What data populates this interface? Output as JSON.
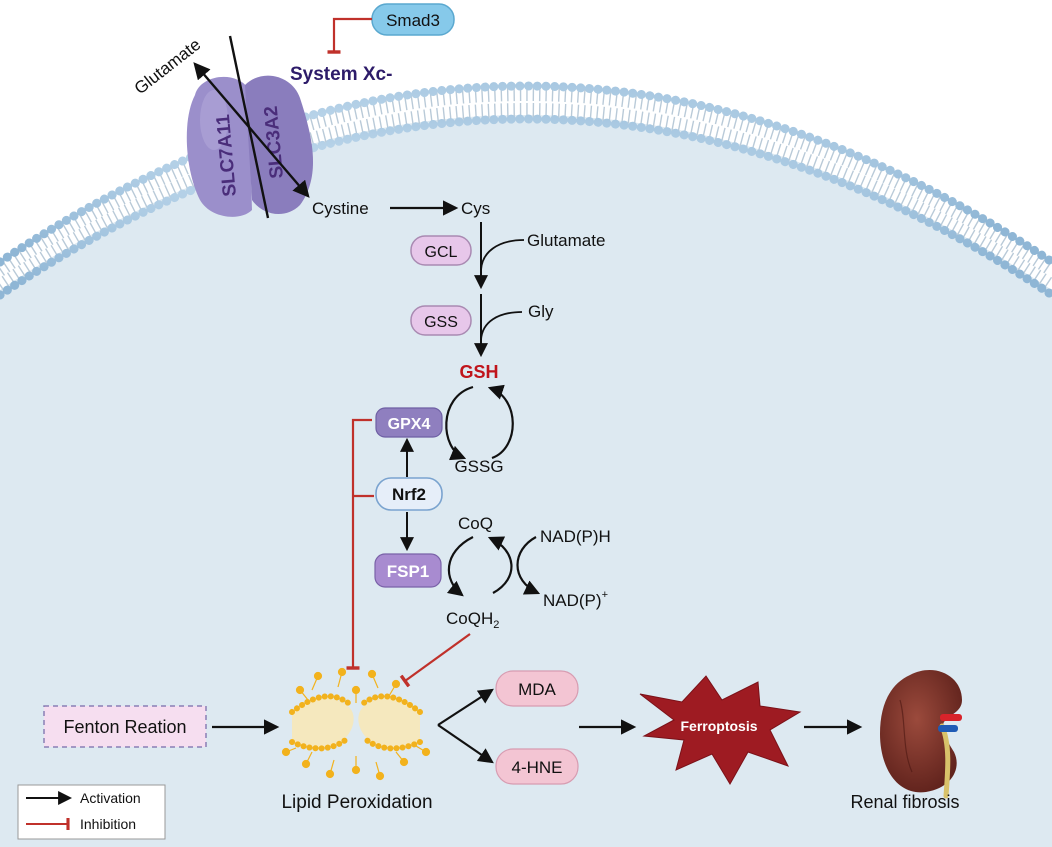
{
  "colors": {
    "cell_fill": "#dde9f1",
    "membrane_head": "#9cc3df",
    "transporter": "#9b8fcb",
    "enzyme_pill": "#e7c7ea",
    "enzyme_pill_stroke": "#a98ab2",
    "gpx4_fill": "#8f7fbf",
    "fsp1_fill": "#a88bd0",
    "nrf2_fill": "#e6eef9",
    "smad3_fill": "#86c9ea",
    "product_pill": "#f3c5d3",
    "fenton_fill": "#f6def0",
    "ferroptosis_fill": "#9e1b22",
    "activation": "#111111",
    "inhibition": "#c0312b",
    "gsh_text": "#c0141b",
    "title_text": "#2d1b69"
  },
  "icons": {
    "transporter": "system-xc-transporter-icon",
    "lipid": "lipid-peroxidation-micelle-icon",
    "kidney": "kidney-icon",
    "burst": "ferroptosis-burst-icon"
  },
  "labels": {
    "smad3": "Smad3",
    "system_xc": "System Xc-",
    "slc7a11": "SLC7A11",
    "slc3a2": "SLC3A2",
    "glutamate_out": "Glutamate",
    "cystine": "Cystine",
    "cys": "Cys",
    "gcl": "GCL",
    "glutamate_in": "Glutamate",
    "gss": "GSS",
    "gly": "Gly",
    "gsh": "GSH",
    "gpx4": "GPX4",
    "gssg": "GSSG",
    "nrf2": "Nrf2",
    "coq": "CoQ",
    "nadph": "NAD(P)H",
    "fsp1": "FSP1",
    "nadp_base": "NAD(P)",
    "nadp_sup": "+",
    "coqh_base": "CoQH",
    "coqh_sub": "2",
    "mda": "MDA",
    "hne": "4-HNE",
    "fenton": "Fenton Reation",
    "ferroptosis": "Ferroptosis",
    "lipid_peroxidation": "Lipid Peroxidation",
    "renal_fibrosis": "Renal fibrosis"
  },
  "legend": {
    "activation": "Activation",
    "inhibition": "Inhibition"
  }
}
